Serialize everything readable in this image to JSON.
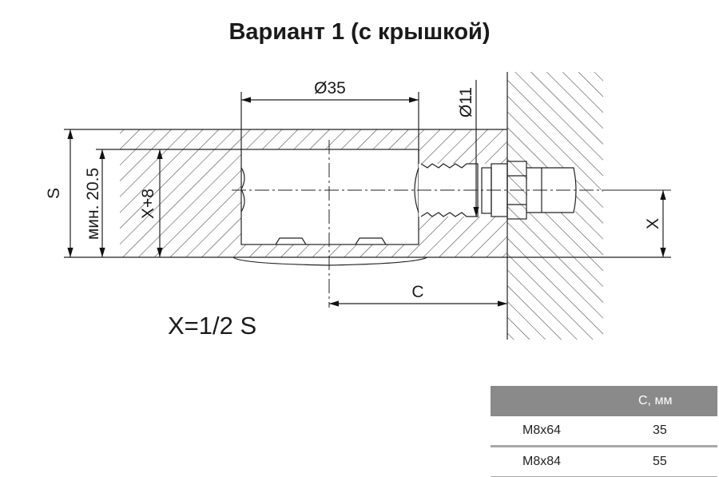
{
  "title": "Вариант 1 (с крышкой)",
  "formula": "X=1/2 S",
  "dimensions": {
    "hole_diameter": "Ø35",
    "bolt_diameter": "Ø11",
    "thickness": "S",
    "min_thickness": "мин. 20.5",
    "x_plus_8": "X+8",
    "x": "X",
    "c": "C"
  },
  "table": {
    "header": [
      "",
      "C, мм"
    ],
    "rows": [
      [
        "M8x64",
        "35"
      ],
      [
        "M8x84",
        "55"
      ]
    ]
  }
}
